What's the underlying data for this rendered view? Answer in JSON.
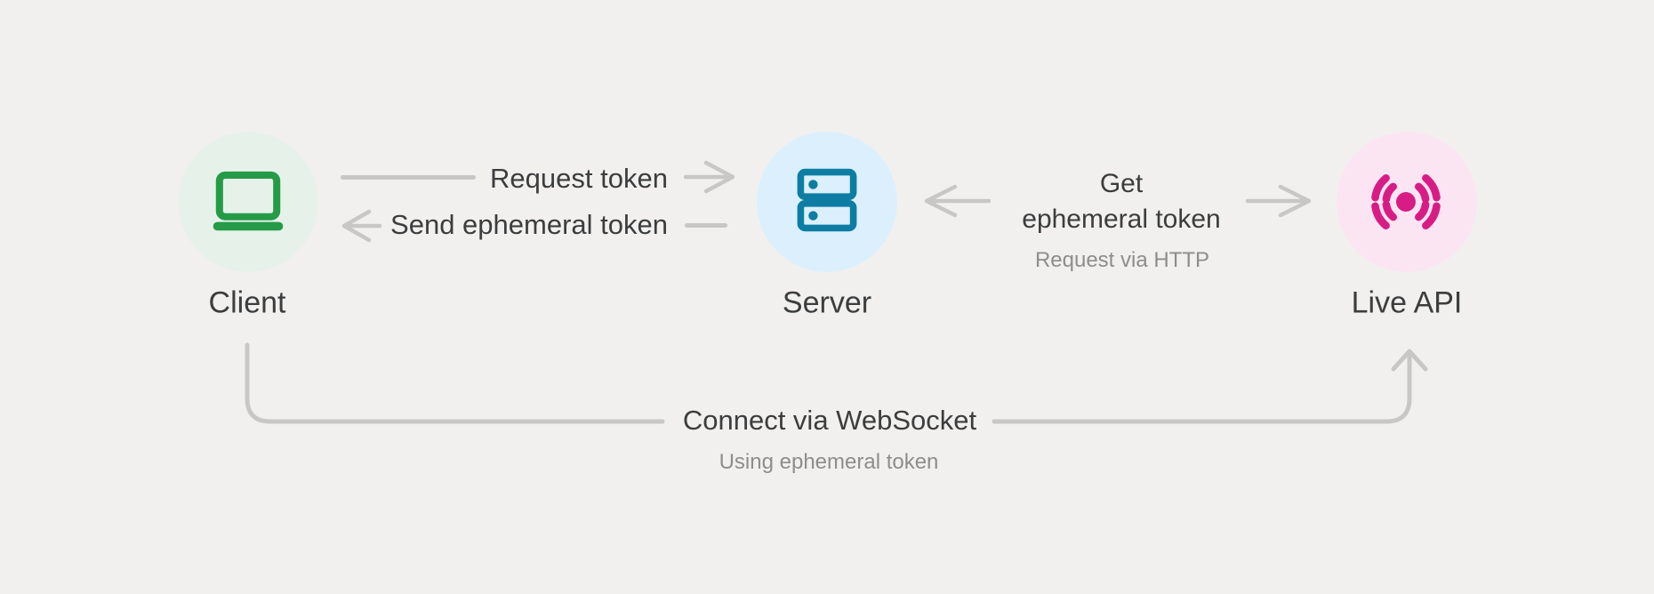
{
  "diagram": {
    "background_color": "#f2f0ee",
    "line_color": "#c8c7c5",
    "text_color": "#3b3d3e",
    "muted_text_color": "#8f8d8a"
  },
  "nodes": [
    {
      "id": "client",
      "label": "Client",
      "icon": "laptop-icon",
      "circle_color": "#e6f2e9",
      "icon_color": "#259b48"
    },
    {
      "id": "server",
      "label": "Server",
      "icon": "server-icon",
      "circle_color": "#dbf0fc",
      "icon_color": "#0d7da3"
    },
    {
      "id": "live-api",
      "label": "Live API",
      "icon": "broadcast-icon",
      "circle_color": "#fbe5f3",
      "icon_color": "#d81c85"
    }
  ],
  "edges": {
    "request_token": {
      "label": "Request token",
      "arrow": "right",
      "from": "Client",
      "to": "Server"
    },
    "send_ephemeral_token": {
      "label": "Send ephemeral token",
      "arrow": "left",
      "from": "Server",
      "to": "Client"
    },
    "get_ephemeral_token": {
      "label_lines": [
        "Get",
        "ephemeral token"
      ],
      "sublabel": "Request via HTTP",
      "arrows": "left-and-right",
      "between": [
        "Server",
        "Live API"
      ]
    },
    "connect_websocket": {
      "label": "Connect via WebSocket",
      "sublabel": "Using ephemeral token",
      "arrow": "up-into-live-api",
      "from": "Client",
      "to": "Live API"
    }
  }
}
